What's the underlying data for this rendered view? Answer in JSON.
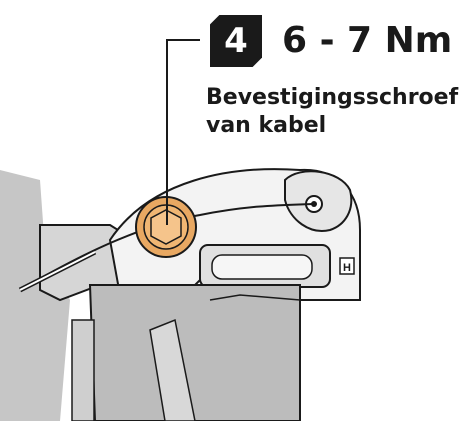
{
  "callout": {
    "step_number": "4",
    "torque": "6 - 7 Nm",
    "caption_line1": "Bevestigingsschroef",
    "caption_line2": "van kabel"
  },
  "icons": {
    "derailleur_marker": "H"
  },
  "colors": {
    "highlight_bolt": "#e8a862",
    "ink": "#1a1a1a",
    "body_gray": "#c6c6c6"
  }
}
